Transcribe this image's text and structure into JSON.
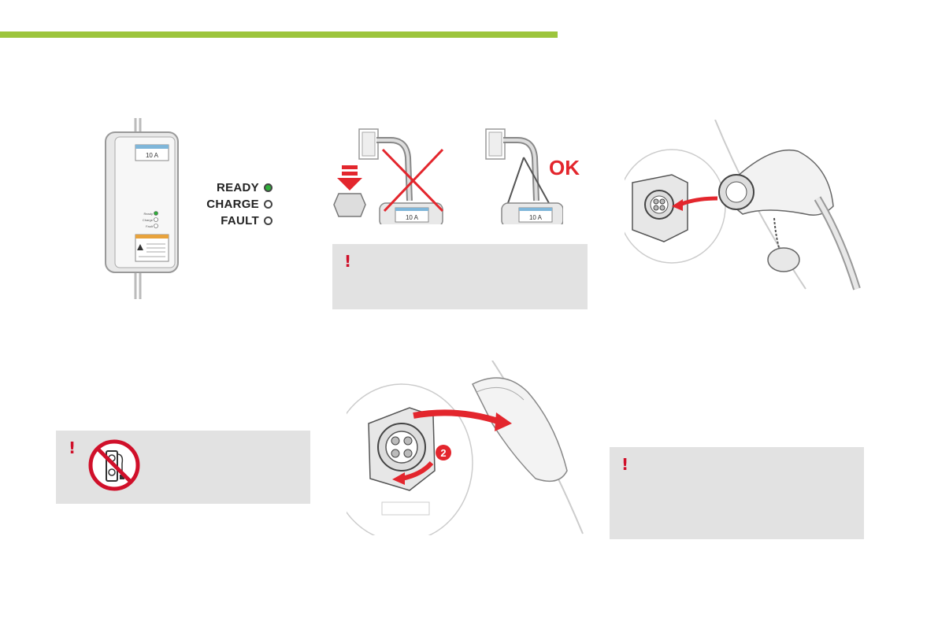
{
  "header": {
    "accent_color": "#9cc53c"
  },
  "charger_unit": {
    "label_plate_value": "10 A",
    "small_led_labels": [
      "Ready",
      "Charge",
      "Fault"
    ]
  },
  "status_leds": [
    {
      "label": "READY",
      "color": "#2fae3a"
    },
    {
      "label": "CHARGE",
      "color": "#ffffff"
    },
    {
      "label": "FAULT",
      "color": "#ffffff"
    }
  ],
  "support_figure": {
    "wrong_plate_value": "10 A",
    "ok_plate_value": "10 A",
    "ok_label": "OK"
  },
  "warnings": [
    {
      "symbol": "!",
      "icon": "no-extension-cord-icon"
    },
    {
      "symbol": "!"
    },
    {
      "symbol": "!"
    }
  ],
  "flap_figure": {
    "step_number": "2"
  },
  "colors": {
    "warning_red": "#d0102a",
    "box_grey": "#e2e2e2",
    "ok_red": "#e3262d"
  }
}
